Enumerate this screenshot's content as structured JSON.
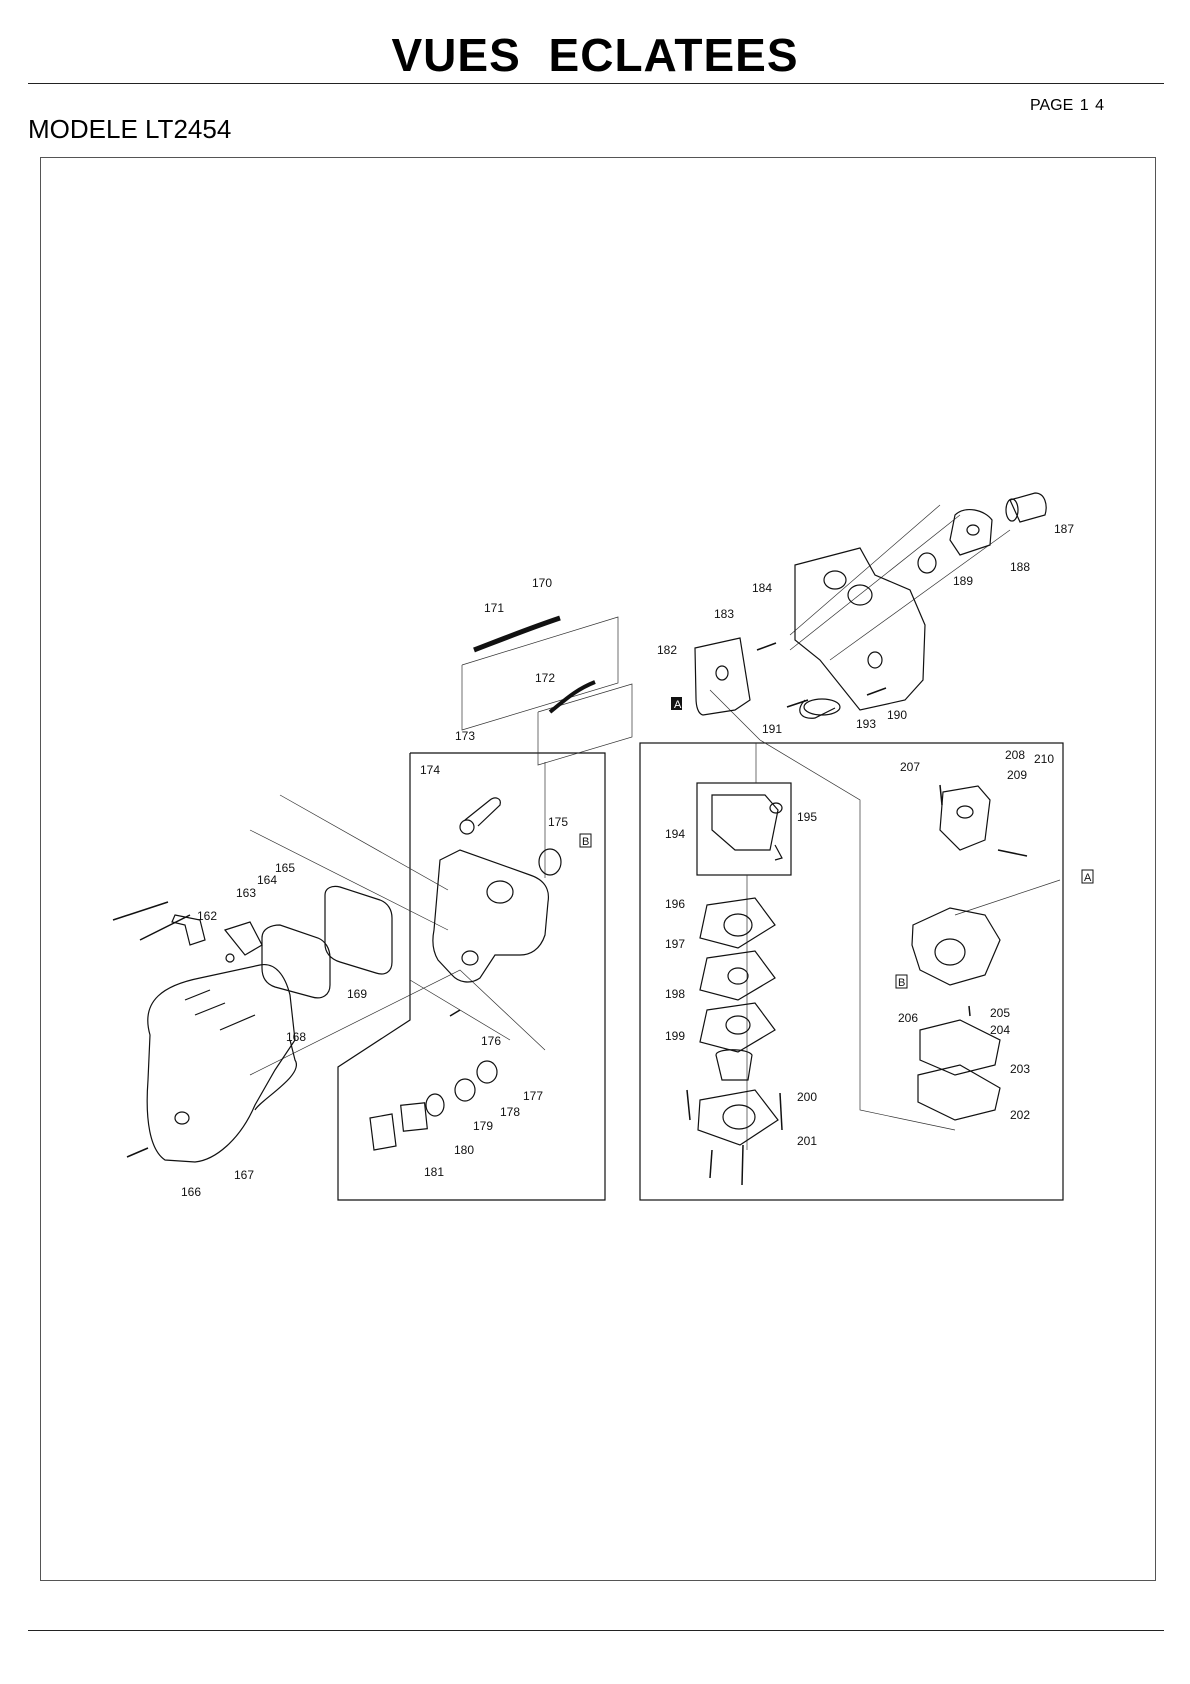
{
  "header": {
    "title": "VUES  ECLATEES",
    "page": "PAGE 1 4",
    "model": "MODELE LT2454"
  },
  "diagram": {
    "box_labels": [
      "A",
      "B"
    ],
    "parts": [
      "162",
      "163",
      "164",
      "165",
      "166",
      "167",
      "168",
      "169",
      "170",
      "171",
      "172",
      "173",
      "174",
      "175",
      "176",
      "177",
      "178",
      "179",
      "180",
      "181",
      "182",
      "183",
      "184",
      "187",
      "188",
      "189",
      "190",
      "191",
      "193",
      "194",
      "195",
      "196",
      "197",
      "198",
      "199",
      "200",
      "201",
      "202",
      "203",
      "204",
      "205",
      "206",
      "207",
      "208",
      "209",
      "210"
    ]
  }
}
